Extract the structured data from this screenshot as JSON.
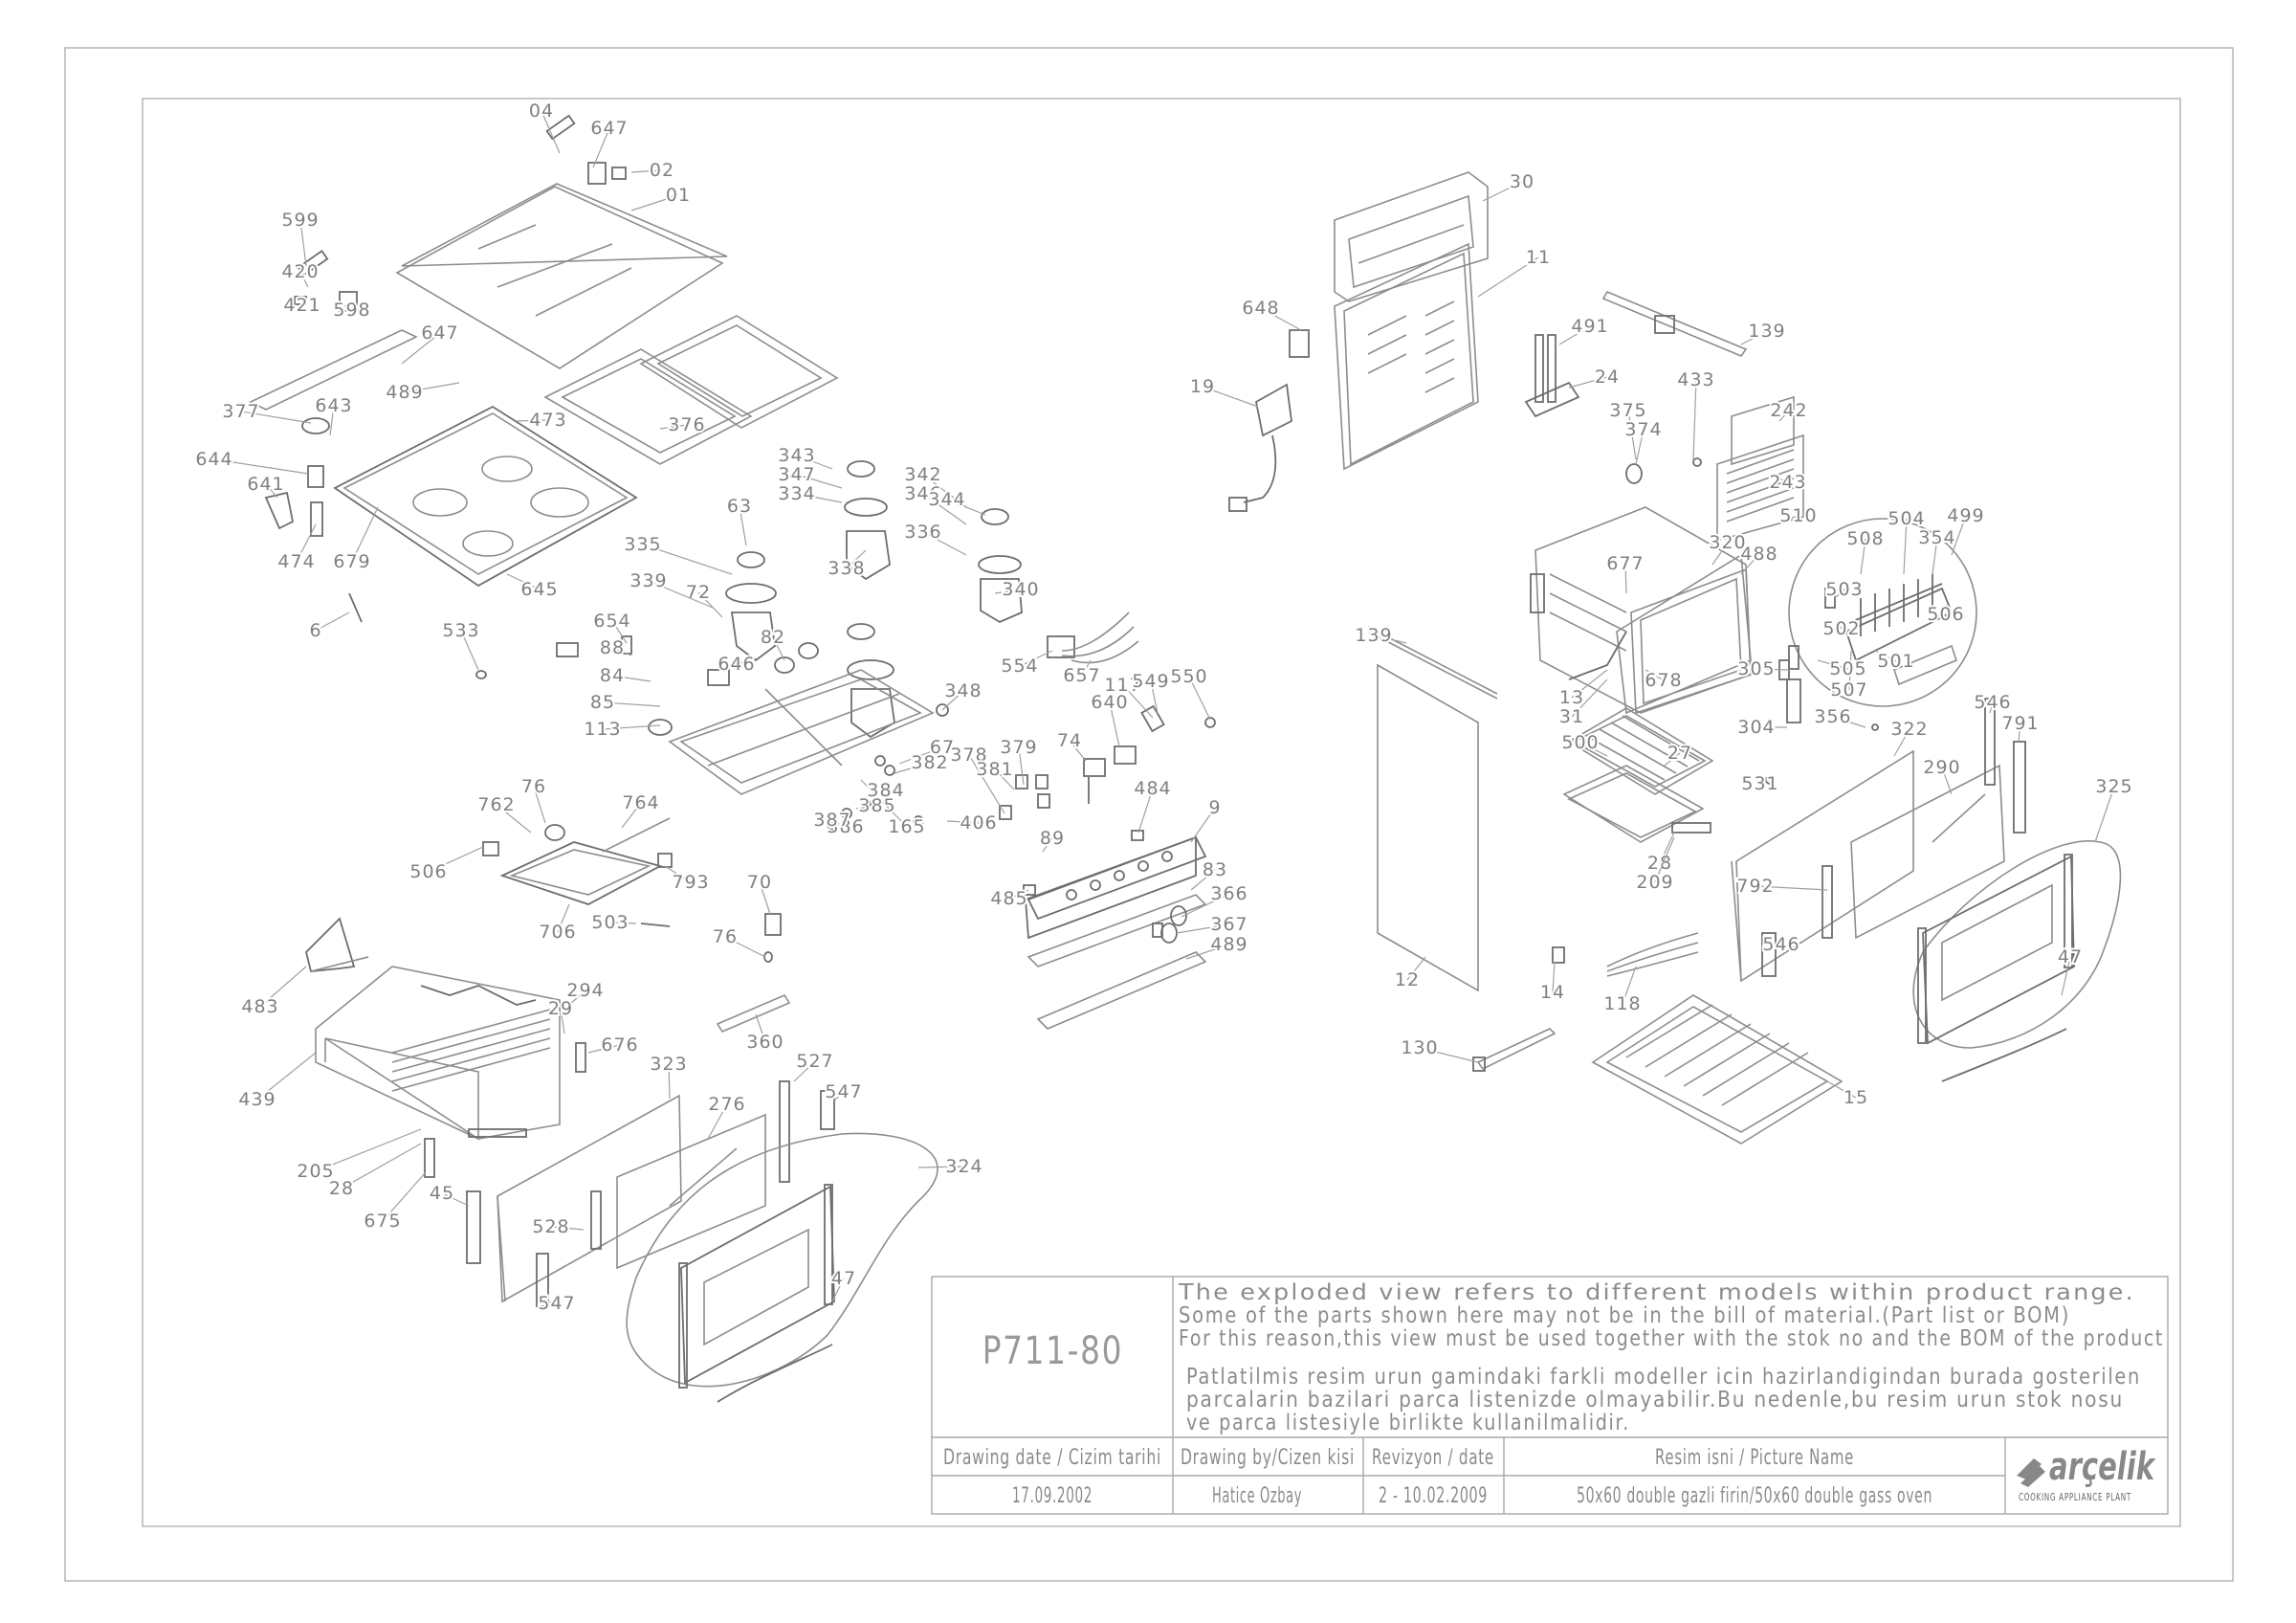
{
  "title_block": {
    "drawing_code": "P711-80",
    "notes_en": [
      "The exploded view refers to different models within product range.",
      "Some of the parts shown here may not be in the bill of material.(Part list or BOM)",
      "For this reason,this view must be used together with the stok no and the BOM of the product"
    ],
    "notes_tr": [
      "Patlatilmis resim urun gamindaki farkli modeller icin hazirlandigindan burada gosterilen",
      "parcalarin bazilari parca listenizde olmayabilir.Bu nedenle,bu resim urun stok nosu",
      "ve parca listesiyle birlikte kullanilmalidir."
    ],
    "headers": {
      "drawing_date": "Drawing date / Cizim tarihi",
      "drawing_by": "Drawing by/Cizen kisi",
      "revision": "Revizyon / date",
      "picture_name": "Resim isni / Picture Name"
    },
    "values": {
      "drawing_date": "17.09.2002",
      "drawing_by": "Hatice Ozbay",
      "revision": "2 - 10.02.2009",
      "picture_name": "50x60 double gazli firin/50x60 double gass oven"
    },
    "brand": {
      "name": "arçelik",
      "subtitle": "COOKING APPLIANCE PLANT"
    }
  },
  "callouts": [
    "04",
    "647",
    "02",
    "01",
    "599",
    "420",
    "421",
    "598",
    "647",
    "489",
    "473",
    "376",
    "377",
    "643",
    "644",
    "641",
    "474",
    "679",
    "645",
    "6",
    "533",
    "654",
    "88",
    "84",
    "85",
    "113",
    "646",
    "82",
    "72",
    "63",
    "335",
    "339",
    "343",
    "347",
    "334",
    "338",
    "342",
    "346",
    "336",
    "340",
    "344",
    "348",
    "165",
    "67",
    "382",
    "384",
    "385",
    "386",
    "387",
    "406",
    "762",
    "76",
    "764",
    "506",
    "793",
    "706",
    "503",
    "70",
    "76",
    "483",
    "294",
    "29",
    "439",
    "205",
    "28",
    "675",
    "45",
    "676",
    "360",
    "323",
    "276",
    "527",
    "547",
    "324",
    "528",
    "547",
    "47",
    "554",
    "657",
    "117",
    "549",
    "550",
    "640",
    "74",
    "378",
    "379",
    "381",
    "484",
    "9",
    "89",
    "485",
    "83",
    "366",
    "367",
    "489",
    "30",
    "11",
    "648",
    "19",
    "491",
    "24",
    "139",
    "433",
    "375",
    "374",
    "242",
    "243",
    "510",
    "499",
    "504",
    "354",
    "508",
    "503",
    "502",
    "506",
    "507",
    "505",
    "501",
    "139",
    "677",
    "320",
    "488",
    "13",
    "31",
    "678",
    "305",
    "304",
    "356",
    "27",
    "500",
    "28",
    "209",
    "12",
    "531",
    "322",
    "546",
    "791",
    "290",
    "325",
    "792",
    "546",
    "47",
    "14",
    "118",
    "130",
    "15"
  ]
}
